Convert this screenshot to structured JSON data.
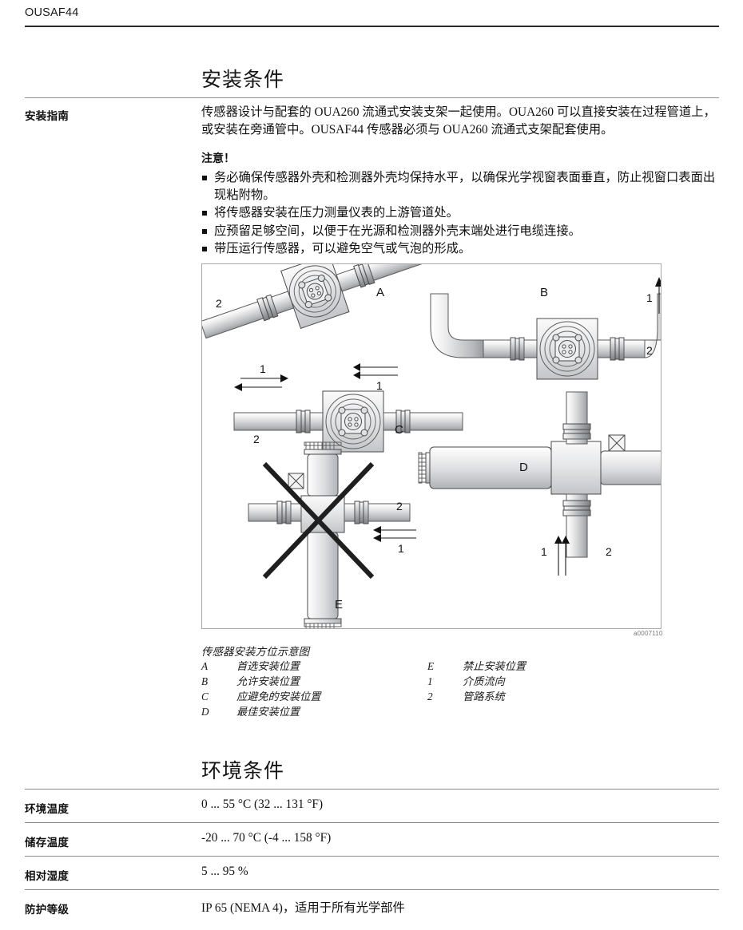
{
  "header": {
    "doc_id": "OUSAF44"
  },
  "sections": {
    "installation": {
      "title": "安装条件",
      "row_label": "安装指南",
      "intro": "传感器设计与配套的 OUA260 流通式安装支架一起使用。OUA260 可以直接安装在过程管道上，或安装在旁通管中。OUSAF44 传感器必须与 OUA260 流通式支架配套使用。",
      "notice_heading": "注意！",
      "bullets": [
        "务必确保传感器外壳和检测器外壳均保持水平，以确保光学视窗表面垂直，防止视窗口表面出现粘附物。",
        "将传感器安装在压力测量仪表的上游管道处。",
        "应预留足够空间，以便于在光源和检测器外壳末端处进行电缆连接。",
        "带压运行传感器，可以避免空气或气泡的形成。"
      ]
    },
    "ambient": {
      "title": "环境条件",
      "rows": [
        {
          "key": "环境温度",
          "value": "0 ... 55 °C (32 ... 131 °F)"
        },
        {
          "key": "储存温度",
          "value": "-20 ... 70 °C (-4 ... 158 °F)"
        },
        {
          "key": "相对湿度",
          "value": "5 ... 95 %"
        },
        {
          "key": "防护等级",
          "value": "IP 65 (NEMA 4)，适用于所有光学部件"
        }
      ]
    }
  },
  "figure": {
    "code": "a0007110",
    "caption": "传感器安装方位示意图",
    "labels": {
      "a": "A",
      "b": "B",
      "c": "C",
      "d": "D",
      "e": "E",
      "one": "1",
      "two": "2"
    },
    "legend_left": [
      {
        "key": "A",
        "text": "首选安装位置"
      },
      {
        "key": "B",
        "text": "允许安装位置"
      },
      {
        "key": "C",
        "text": "应避免的安装位置"
      },
      {
        "key": "D",
        "text": "最佳安装位置"
      }
    ],
    "legend_right": [
      {
        "key": "E",
        "text": "禁止安装位置"
      },
      {
        "key": "1",
        "text": "介质流向"
      },
      {
        "key": "2",
        "text": "管路系统"
      }
    ]
  }
}
